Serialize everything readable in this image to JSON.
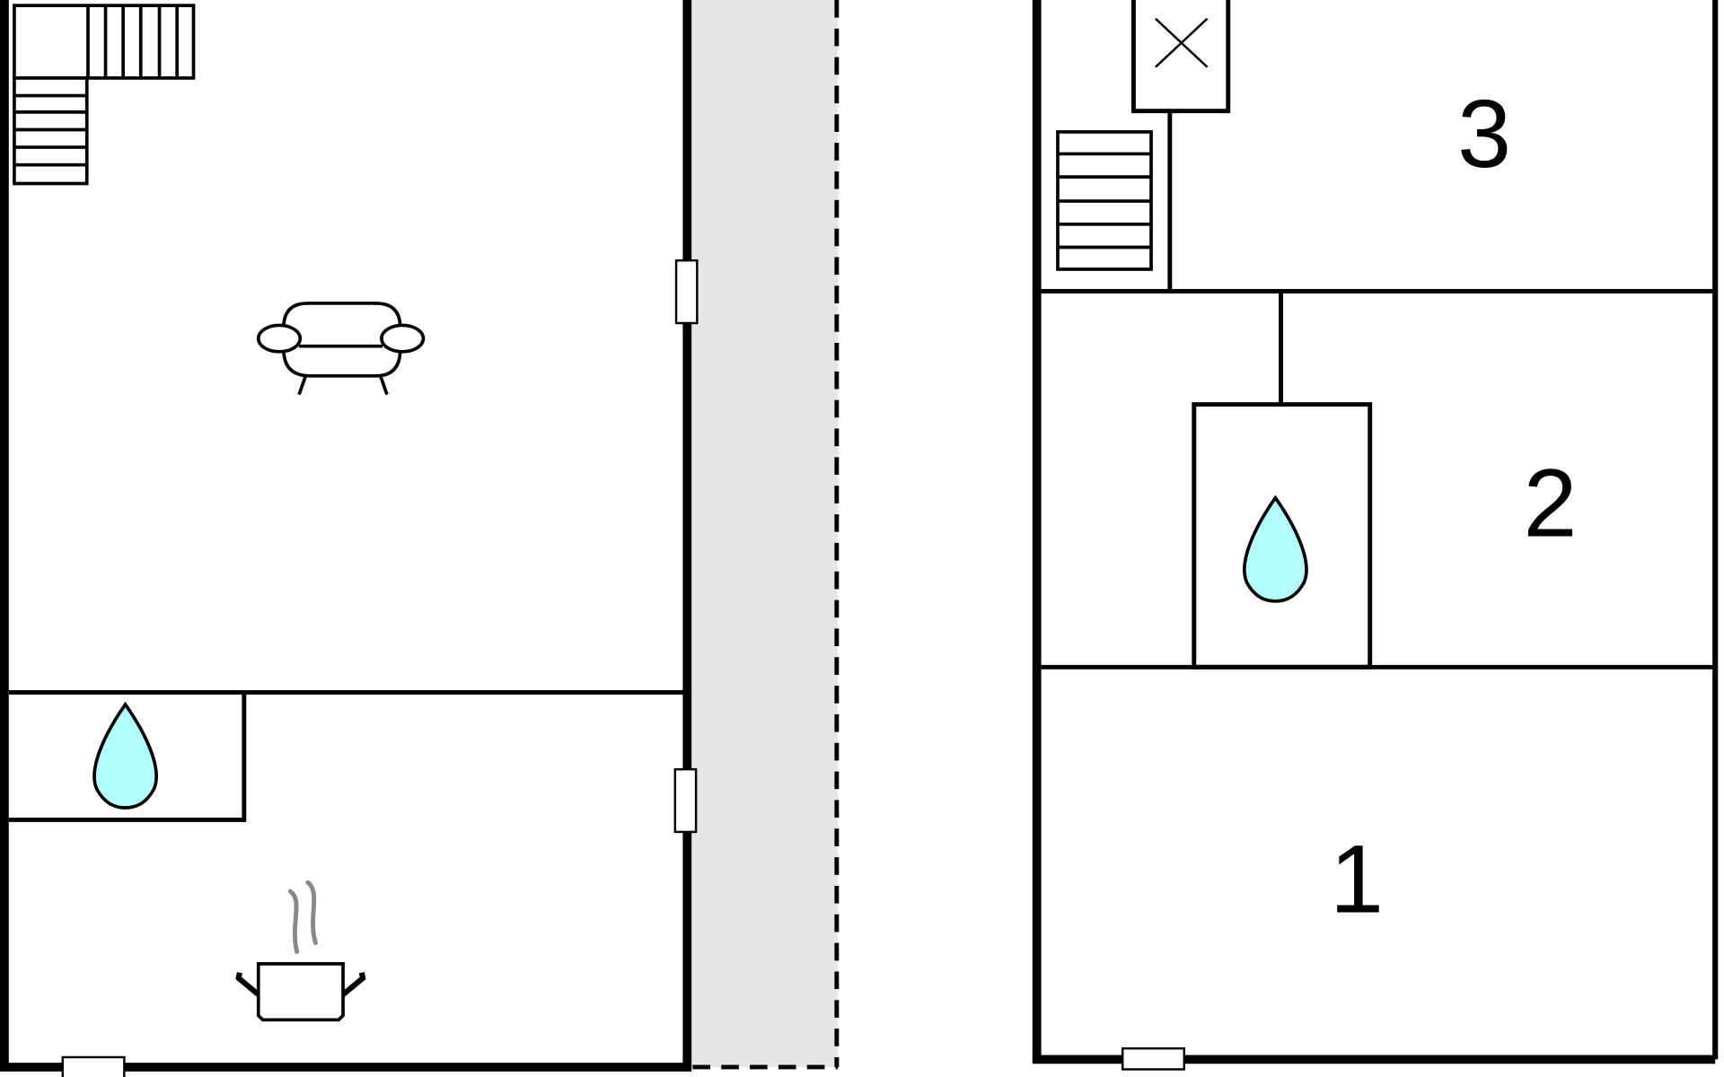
{
  "floorplan": {
    "rooms": [
      {
        "label": "1"
      },
      {
        "label": "2"
      },
      {
        "label": "3"
      }
    ],
    "icons": [
      "stairs-icon",
      "sofa-icon",
      "water-drop-icon",
      "cooking-pot-icon",
      "chimney-icon"
    ],
    "colors": {
      "wall": "#000000",
      "corridor": "#e6e6e6",
      "water": "#b3ffff",
      "steam": "#888888"
    }
  }
}
